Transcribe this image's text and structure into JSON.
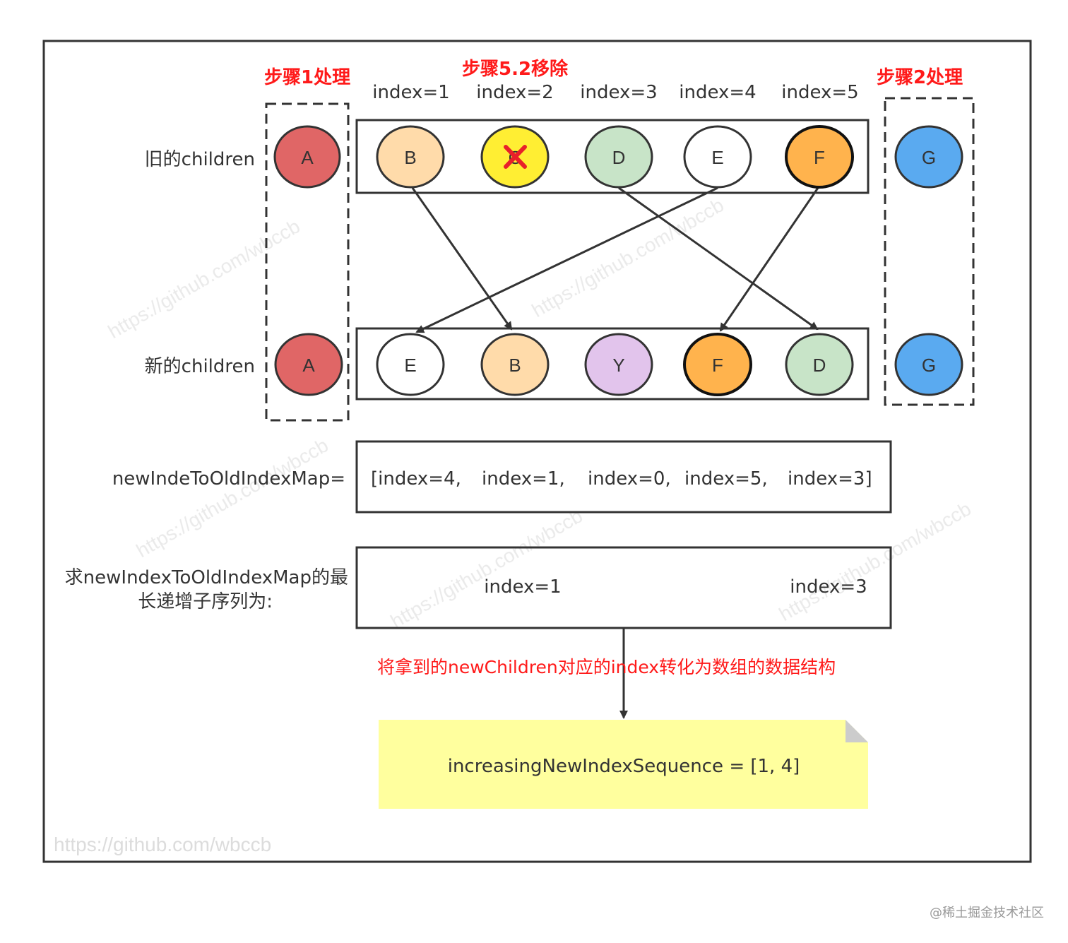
{
  "labels": {
    "step1": "步骤1处理",
    "step52": "步骤5.2移除",
    "step2": "步骤2处理",
    "old_children": "旧的children",
    "new_children": "新的children",
    "map_label": "newIndeToOldIndexMap=",
    "lis_line1": "求newIndexToOldIndexMap的最",
    "lis_line2": "长递增子序列为:",
    "convert_note": "将拿到的newChildren对应的index转化为数组的数据结构"
  },
  "index_labels": [
    "index=1",
    "index=2",
    "index=3",
    "index=4",
    "index=5"
  ],
  "old_nodes": [
    {
      "key": "A",
      "color": "#e06666"
    },
    {
      "key": "B",
      "color": "#ffdbaa"
    },
    {
      "key": "C",
      "color": "#ffee33"
    },
    {
      "key": "D",
      "color": "#c8e4c8"
    },
    {
      "key": "E",
      "color": "#ffffff"
    },
    {
      "key": "F",
      "color": "#ffb34d"
    },
    {
      "key": "G",
      "color": "#5aaaf0"
    }
  ],
  "new_nodes": [
    {
      "key": "A",
      "color": "#e06666"
    },
    {
      "key": "E",
      "color": "#ffffff"
    },
    {
      "key": "B",
      "color": "#ffdbaa"
    },
    {
      "key": "Y",
      "color": "#e2c4ec"
    },
    {
      "key": "F",
      "color": "#ffb34d"
    },
    {
      "key": "D",
      "color": "#c8e4c8"
    },
    {
      "key": "G",
      "color": "#5aaaf0"
    }
  ],
  "map_values": [
    "[index=4,",
    "index=1,",
    "index=0,",
    "index=5,",
    "index=3]"
  ],
  "lis_values": [
    "index=1",
    "index=3"
  ],
  "result": "increasingNewIndexSequence = [1, 4]",
  "watermark": "https://github.com/wbccb",
  "footer": "@稀土掘金技术社区"
}
